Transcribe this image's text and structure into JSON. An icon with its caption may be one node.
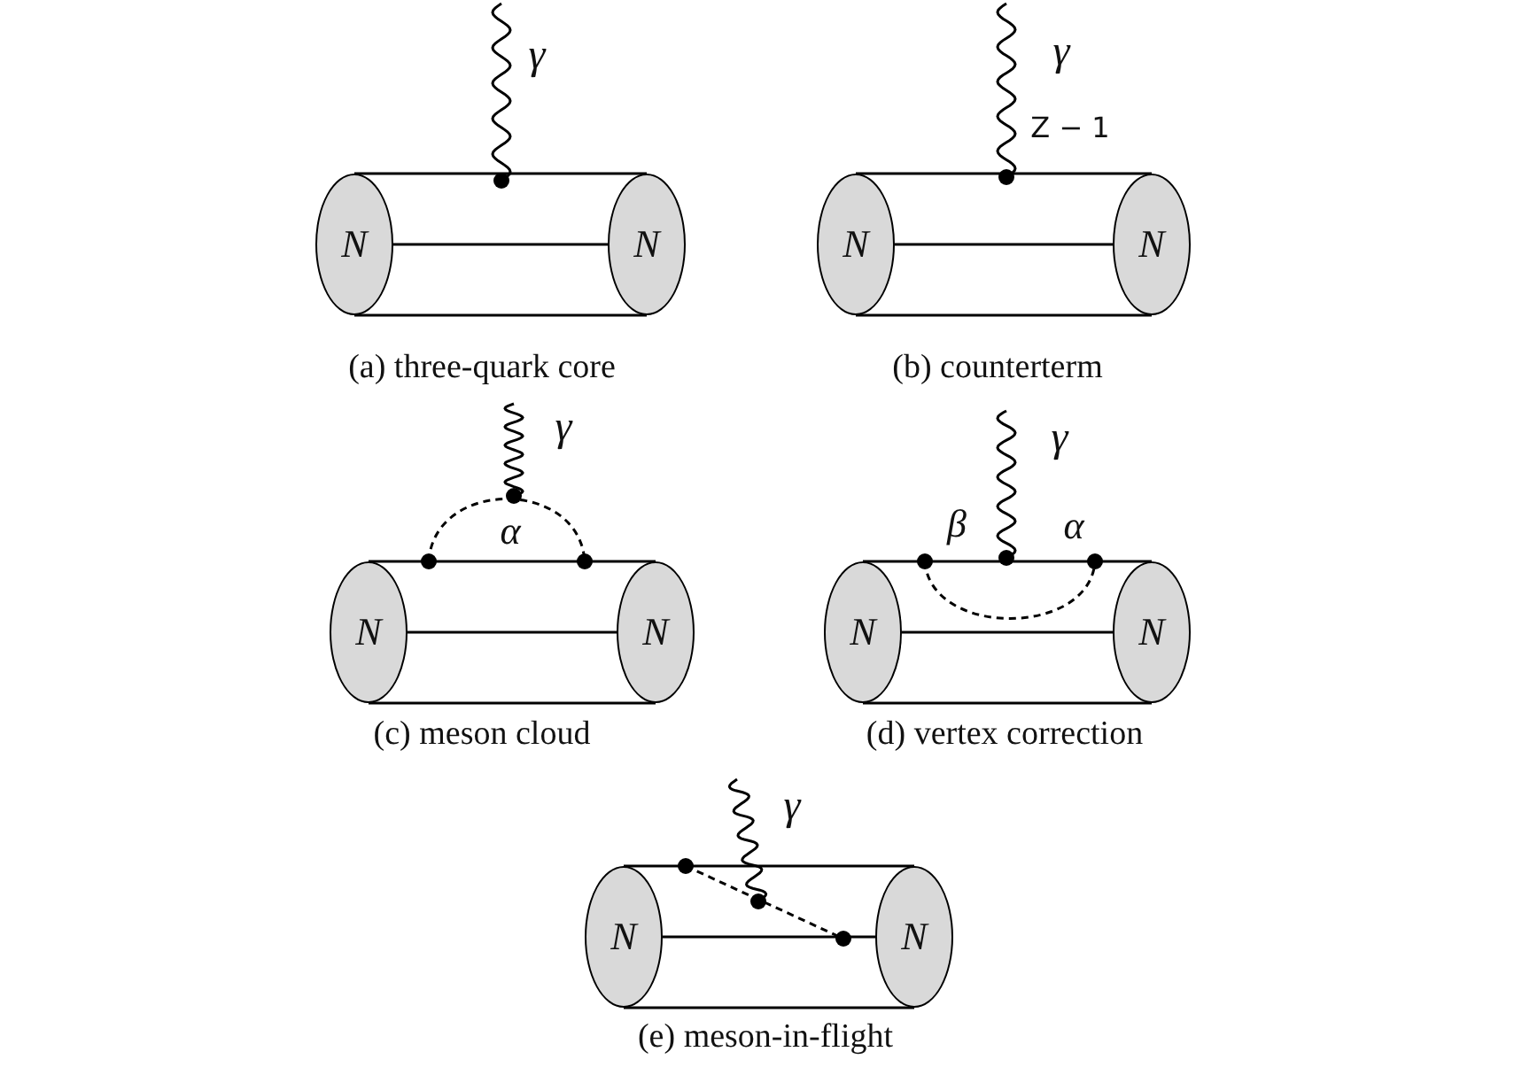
{
  "diagram": {
    "nodes": [
      {
        "text": [
          "N"
        ]
      },
      {
        "text": [
          "N"
        ]
      },
      {
        "text": [
          "N"
        ]
      },
      {
        "text": [
          "N"
        ]
      },
      {
        "text": [
          "N"
        ]
      },
      {
        "text": [
          "N"
        ]
      },
      {
        "text": [
          "N"
        ]
      },
      {
        "text": [
          "N"
        ]
      },
      {
        "text": [
          "N"
        ]
      },
      {
        "text": [
          "N"
        ]
      }
    ],
    "edges": [
      {
        "from": 0,
        "to": 1,
        "arrow": "none"
      },
      {
        "from": 2,
        "to": 3,
        "arrow": "none"
      },
      {
        "from": 4,
        "to": 5,
        "arrow": "none"
      },
      {
        "from": 6,
        "to": 7,
        "arrow": "none"
      },
      {
        "from": 8,
        "to": 9,
        "arrow": "none"
      }
    ],
    "labels": [
      "γ",
      "(a) three-quark core",
      "γ",
      "Z − 1",
      "(b) counterterm",
      "γ",
      "α",
      "(c) meson cloud",
      "γ",
      "β",
      "α",
      "(d) vertex correction",
      "γ",
      "(e) meson-in-flight"
    ]
  }
}
